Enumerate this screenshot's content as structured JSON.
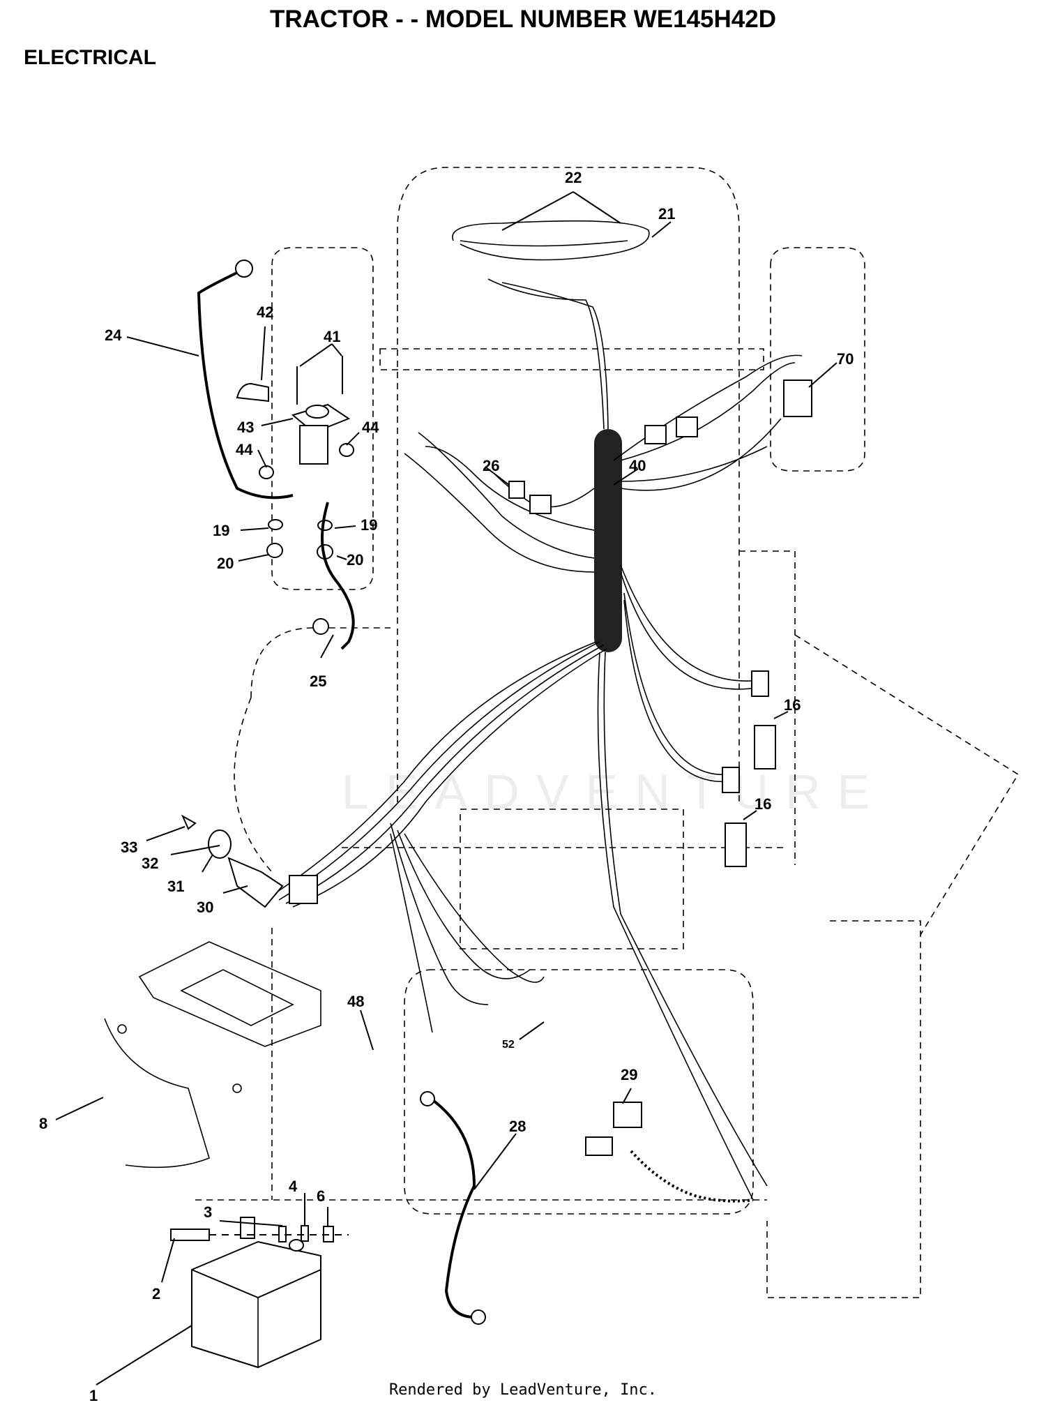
{
  "header": {
    "title": "TRACTOR - - MODEL NUMBER WE145H42D",
    "section": "ELECTRICAL"
  },
  "footer": {
    "text": "Rendered by LeadVenture, Inc."
  },
  "watermark": {
    "text": "LEADVENTURE"
  },
  "callouts": [
    {
      "id": "c1",
      "label": "1"
    },
    {
      "id": "c2",
      "label": "2"
    },
    {
      "id": "c3",
      "label": "3"
    },
    {
      "id": "c4",
      "label": "4"
    },
    {
      "id": "c6",
      "label": "6"
    },
    {
      "id": "c8",
      "label": "8"
    },
    {
      "id": "c16a",
      "label": "16"
    },
    {
      "id": "c16b",
      "label": "16"
    },
    {
      "id": "c19a",
      "label": "19"
    },
    {
      "id": "c19b",
      "label": "19"
    },
    {
      "id": "c20a",
      "label": "20"
    },
    {
      "id": "c20b",
      "label": "20"
    },
    {
      "id": "c21",
      "label": "21"
    },
    {
      "id": "c22",
      "label": "22"
    },
    {
      "id": "c24",
      "label": "24"
    },
    {
      "id": "c25",
      "label": "25"
    },
    {
      "id": "c26",
      "label": "26"
    },
    {
      "id": "c28",
      "label": "28"
    },
    {
      "id": "c29",
      "label": "29"
    },
    {
      "id": "c30",
      "label": "30"
    },
    {
      "id": "c31",
      "label": "31"
    },
    {
      "id": "c32",
      "label": "32"
    },
    {
      "id": "c33",
      "label": "33"
    },
    {
      "id": "c40",
      "label": "40"
    },
    {
      "id": "c41",
      "label": "41"
    },
    {
      "id": "c42",
      "label": "42"
    },
    {
      "id": "c43",
      "label": "43"
    },
    {
      "id": "c44a",
      "label": "44"
    },
    {
      "id": "c44b",
      "label": "44"
    },
    {
      "id": "c48",
      "label": "48"
    },
    {
      "id": "c52",
      "label": "52"
    },
    {
      "id": "c70",
      "label": "70"
    }
  ]
}
